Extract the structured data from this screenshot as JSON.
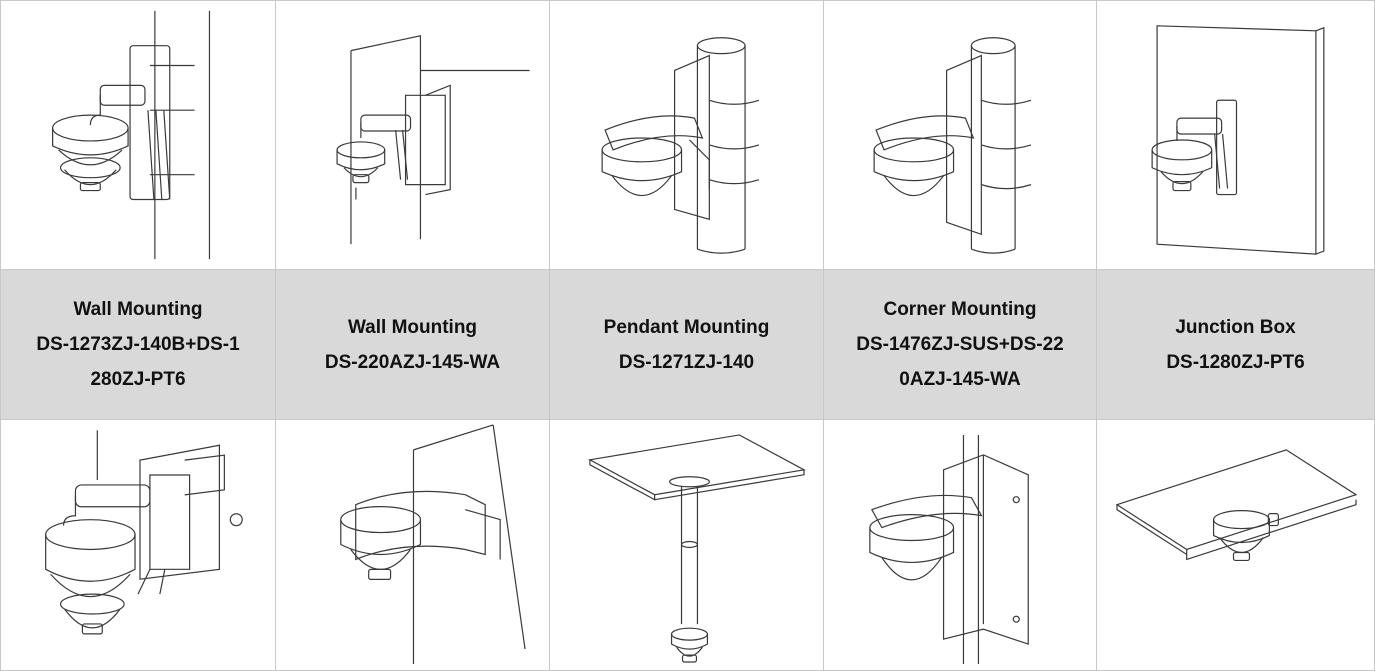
{
  "labels": [
    {
      "title": "Wall Mounting",
      "lines": [
        "DS-1273ZJ-140B+DS-1",
        "280ZJ-PT6"
      ]
    },
    {
      "title": "Wall Mounting",
      "lines": [
        "DS-220AZJ-145-WA"
      ]
    },
    {
      "title": "Pendant Mounting",
      "lines": [
        "DS-1271ZJ-140"
      ]
    },
    {
      "title": "Corner Mounting",
      "lines": [
        "DS-1476ZJ-SUS+DS-22",
        "0AZJ-145-WA"
      ]
    },
    {
      "title": "Junction Box",
      "lines": [
        "DS-1280ZJ-PT6"
      ]
    }
  ],
  "icons": {
    "row1": [
      "wall-pole-mount-illustration",
      "wall-corner-mount-illustration",
      "pole-mount-dome-illustration",
      "pole-mount-dome-illustration-2",
      "wall-panel-mount-illustration"
    ],
    "row2": [
      "wall-junction-box-mount-illustration",
      "wall-mount-dome-illustration",
      "pendant-ceiling-mount-illustration",
      "corner-mount-dome-illustration",
      "ceiling-junction-box-illustration"
    ]
  },
  "colors": {
    "label_bg": "#d9d9d9",
    "border": "#c8c8c8",
    "line": "#3a3a3a"
  }
}
